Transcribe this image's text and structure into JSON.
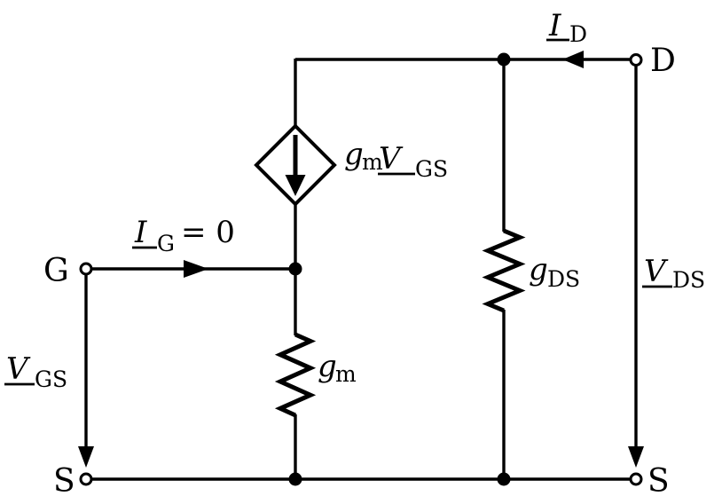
{
  "diagram": {
    "colors": {
      "ink": "#000000",
      "background": "#ffffff"
    },
    "terminals": {
      "gate": "G",
      "drain": "D",
      "source_left": "S",
      "source_right": "S"
    },
    "labels": {
      "gate_current": {
        "symbol": "I",
        "sub": "G",
        "eq": "= 0"
      },
      "drain_current": {
        "symbol": "I",
        "sub": "D"
      },
      "gate_source_voltage": {
        "symbol": "V",
        "sub": "GS"
      },
      "drain_source_voltage": {
        "symbol": "V",
        "sub": "DS"
      },
      "gm_resistor": {
        "symbol": "g",
        "sub": "m"
      },
      "gds_resistor": {
        "symbol": "g",
        "sub": "DS"
      },
      "controlled_source": {
        "coeff": "g",
        "coeff_sub": "m",
        "symbol": "V",
        "sub": "GS"
      }
    }
  }
}
